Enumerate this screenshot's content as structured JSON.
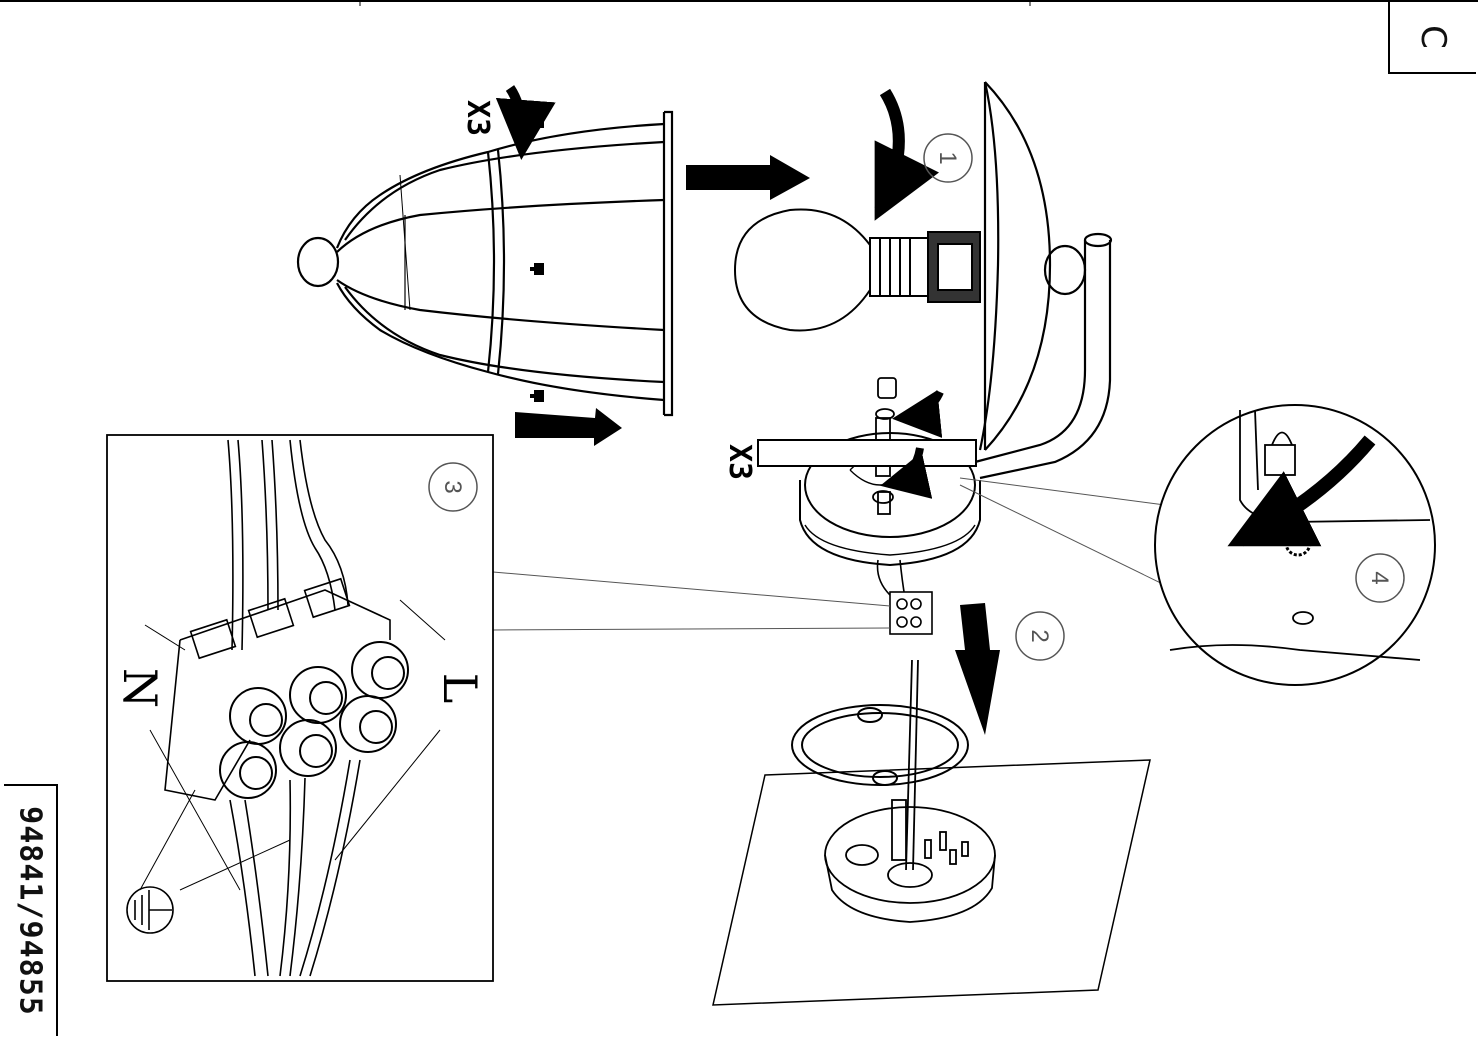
{
  "section": "C",
  "model": "94841/94855",
  "steps": {
    "s1": "1",
    "s2": "2",
    "s3": "3",
    "s4": "4"
  },
  "qty_cage_screws": "X3",
  "qty_nuts": "X3",
  "terminal": {
    "neutral": "N",
    "live": "L"
  }
}
